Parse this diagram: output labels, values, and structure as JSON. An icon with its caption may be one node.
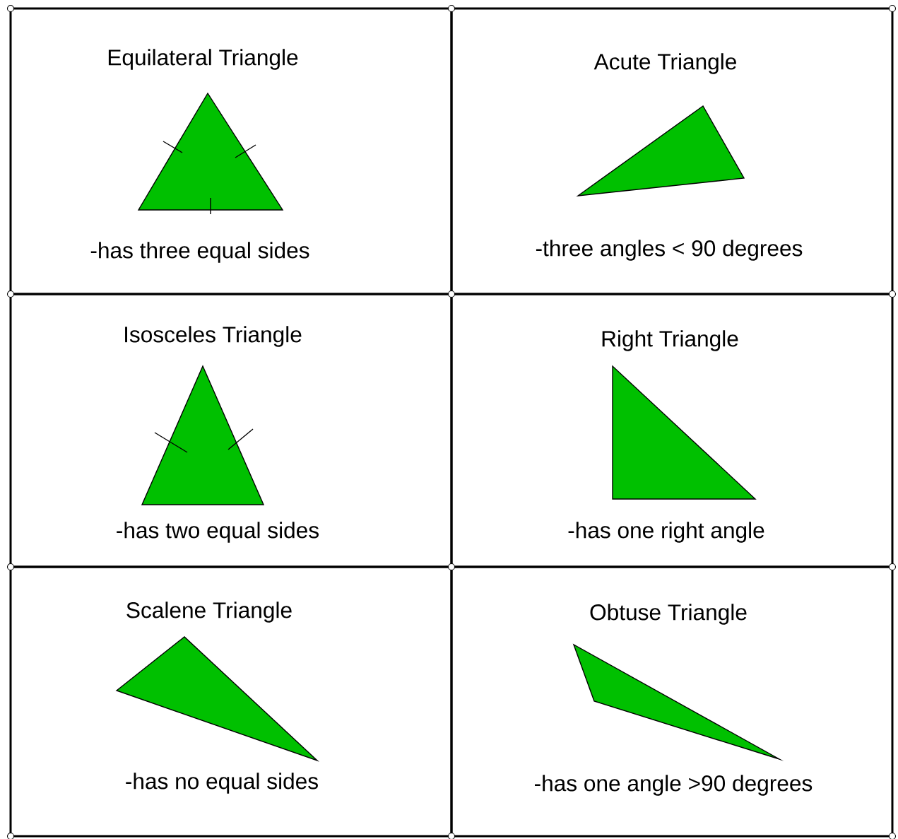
{
  "diagram": {
    "nodes": [
      {
        "text": [
          "Equilateral Triangle",
          "-has three equal sides"
        ]
      },
      {
        "text": [
          "Acute Triangle",
          "-three angles < 90 degrees"
        ]
      },
      {
        "text": [
          "Isosceles Triangle",
          "-has two equal sides"
        ]
      },
      {
        "text": [
          "Right Triangle",
          "-has one right angle"
        ]
      },
      {
        "text": [
          "Scalene Triangle",
          "-has no equal sides"
        ]
      },
      {
        "text": [
          "Obtuse Triangle",
          "-has one angle >90 degrees"
        ]
      }
    ]
  }
}
